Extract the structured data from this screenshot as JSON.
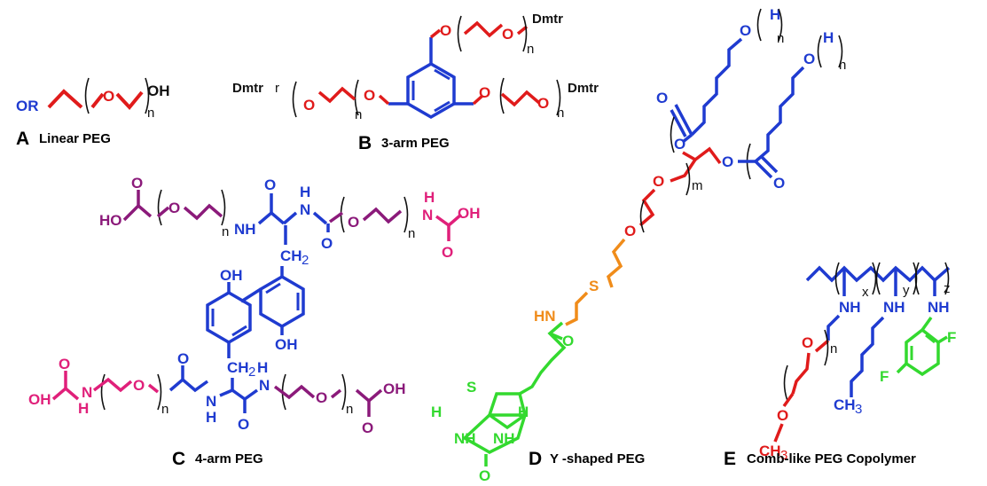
{
  "colors": {
    "blue": "#1f3bd0",
    "red": "#e01b1b",
    "purple": "#8b1a7a",
    "magenta": "#e0207a",
    "orange": "#f08c1a",
    "green": "#33d92f",
    "black": "#111111"
  },
  "panels": {
    "a": {
      "letter": "A",
      "caption": "Linear PEG",
      "labels": {
        "or": "OR",
        "o": "O",
        "oh": "OH",
        "n": "n"
      }
    },
    "b": {
      "letter": "B",
      "caption": "3-arm PEG",
      "labels": {
        "dmtr_top": "Dmtr",
        "dmtr_left": "Dmtr",
        "dmtr_right": "Dmtr",
        "o1": "O",
        "o2": "O",
        "o3": "O",
        "o4": "O",
        "o5": "O",
        "o6": "O",
        "n1": "n",
        "n2": "n",
        "n3": "n",
        "r": "r"
      }
    },
    "c": {
      "letter": "C",
      "caption": "4-arm PEG",
      "labels": {
        "ho_top": "HO",
        "o_top1": "O",
        "o_ether1": "O",
        "n1": "n",
        "nh1": "NH",
        "o_am1": "O",
        "h1": "H",
        "n_am1": "N",
        "o_am2": "O",
        "o_ether2": "O",
        "n2": "n",
        "h2": "H",
        "n_car1": "N",
        "oh_car1": "OH",
        "o_car1": "O",
        "ch2_top": "CH",
        "ch2_top_sub": "2",
        "oh_ring1": "OH",
        "oh_ring2": "OH",
        "ch2_bot": "CH",
        "ch2_bot_sub": "2",
        "oh_left": "OH",
        "o_car2": "O",
        "h_car2": "H",
        "n_car2": "N",
        "o_ether3": "O",
        "n3": "n",
        "o_am3": "O",
        "n_am3": "N",
        "h3": "H",
        "o_am4": "O",
        "h4": "H",
        "n_am4": "N",
        "o_ether4": "O",
        "n4": "n",
        "o_acid2": "O",
        "oh_acid2": "OH"
      }
    },
    "d": {
      "letter": "D",
      "caption": "Y -shaped PEG",
      "labels": {
        "h_top1": "H",
        "o_top1": "O",
        "n_top1": "n",
        "h_top2": "H",
        "o_top2": "O",
        "n_top2": "n",
        "o_c1": "O",
        "o_c2": "O",
        "o_e1": "O",
        "o_e2": "O",
        "o_peg": "O",
        "m": "m",
        "o_peg2": "O",
        "s_link": "S",
        "hn": "HN",
        "o_amide": "O",
        "s_ring": "S",
        "h_l": "H",
        "h_r": "H",
        "nh_l": "NH",
        "nh_r": "NH",
        "o_urea": "O"
      }
    },
    "e": {
      "letter": "E",
      "caption": "Comb-like PEG Copolymer",
      "labels": {
        "x": "x",
        "y": "y",
        "z": "z",
        "nh1": "NH",
        "nh2": "NH",
        "nh3": "NH",
        "o1": "O",
        "n": "n",
        "o2": "O",
        "ch3_red": "CH",
        "ch3_red_sub": "3",
        "ch3_blue": "CH",
        "ch3_blue_sub": "3",
        "f1": "F",
        "f2": "F"
      }
    }
  }
}
